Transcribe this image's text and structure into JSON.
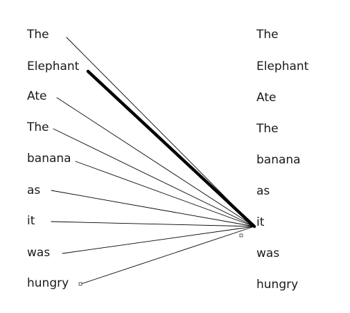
{
  "left_words": [
    "The",
    "Elephant",
    "Ate",
    "The",
    "banana",
    "as",
    "it",
    "was",
    "hungry"
  ],
  "right_words": [
    "The",
    "Elephant",
    "Ate",
    "The",
    "banana",
    "as",
    "it",
    "was",
    "hungry"
  ],
  "links": [
    {
      "from": 0,
      "to": 6,
      "weight": "thin"
    },
    {
      "from": 1,
      "to": 6,
      "weight": "bold"
    },
    {
      "from": 2,
      "to": 6,
      "weight": "thin"
    },
    {
      "from": 3,
      "to": 6,
      "weight": "thin"
    },
    {
      "from": 4,
      "to": 6,
      "weight": "thin"
    },
    {
      "from": 5,
      "to": 6,
      "weight": "thin"
    },
    {
      "from": 6,
      "to": 6,
      "weight": "thin"
    },
    {
      "from": 7,
      "to": 6,
      "weight": "thin"
    },
    {
      "from": 8,
      "to": 6,
      "weight": "thin"
    }
  ],
  "colors": {
    "text": "#1a1a1a",
    "line": "#000000",
    "background": "#ffffff"
  }
}
